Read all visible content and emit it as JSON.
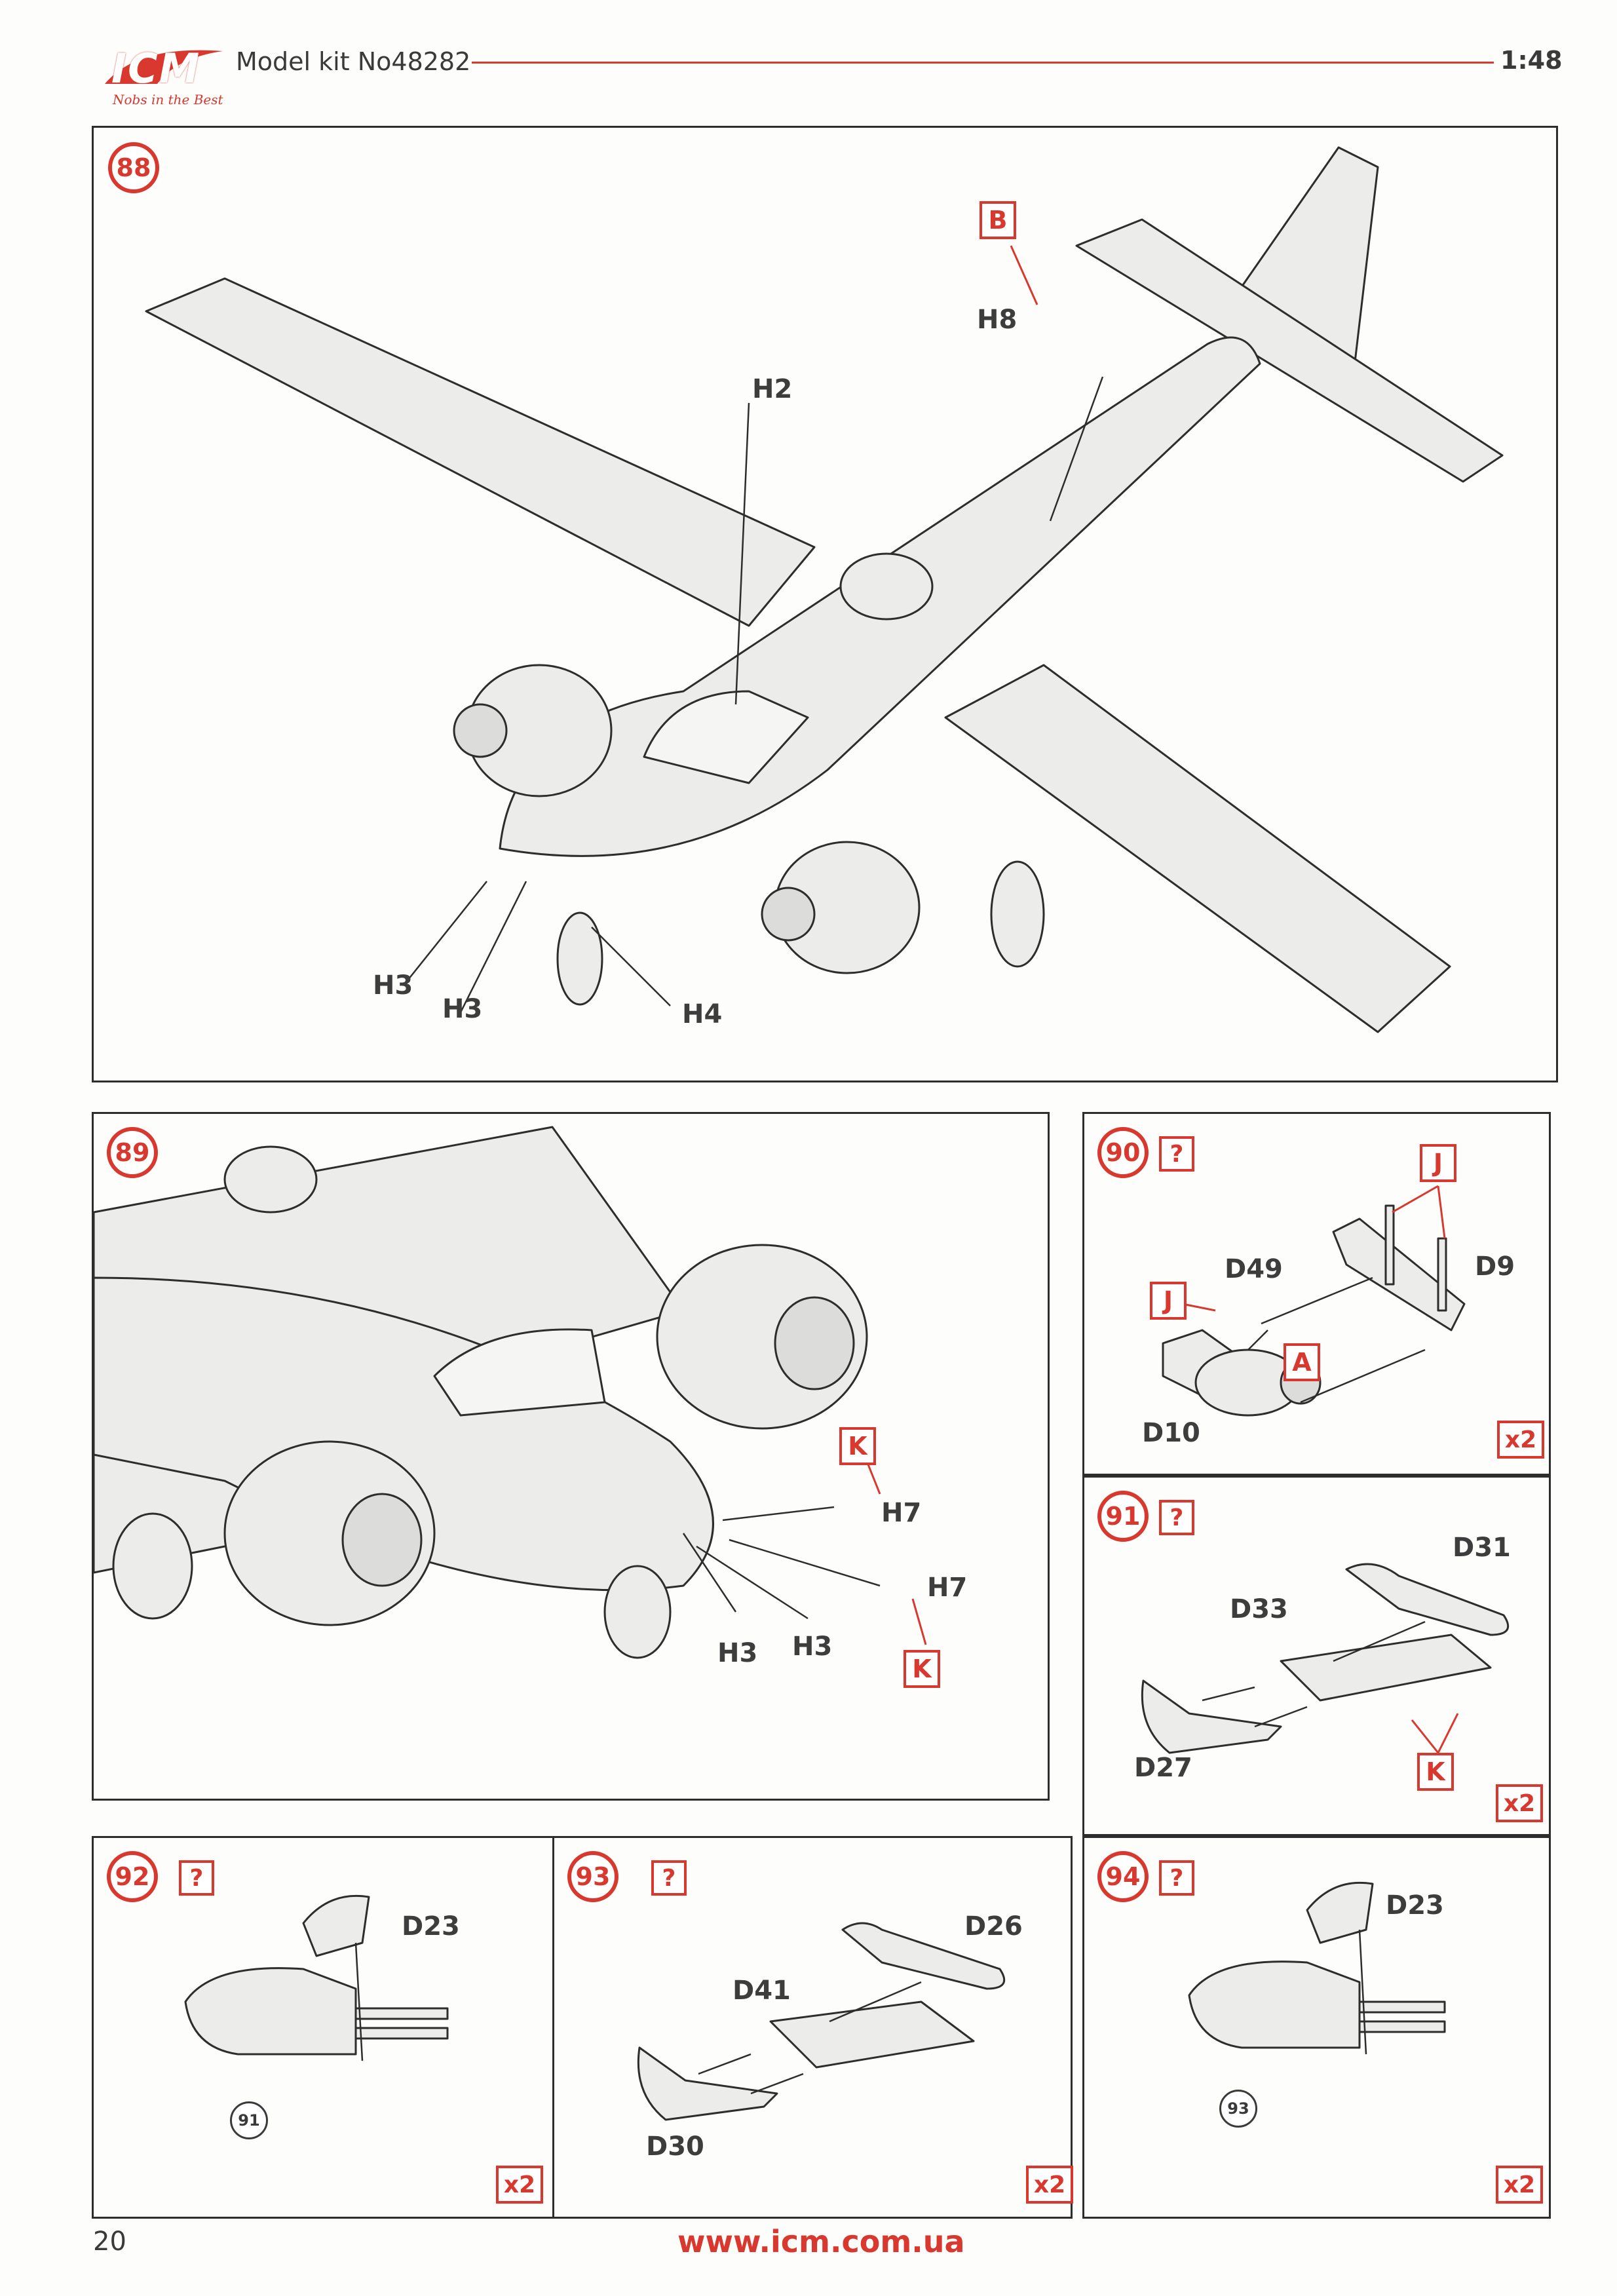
{
  "header": {
    "brand": "ICM",
    "slogan": "Nobs in the Best",
    "title": "Model kit No48282",
    "scale": "1:48"
  },
  "footer": {
    "page_number": "20",
    "website": "www.icm.com.ua"
  },
  "steps": {
    "s88": {
      "number": "88",
      "labels": {
        "b": "B",
        "h8": "H8",
        "h2": "H2",
        "h3a": "H3",
        "h3b": "H3",
        "h4": "H4"
      }
    },
    "s89": {
      "number": "89",
      "labels": {
        "k1": "K",
        "k2": "K",
        "h7a": "H7",
        "h7b": "H7",
        "h3a": "H3",
        "h3b": "H3"
      }
    },
    "s90": {
      "number": "90",
      "optional": "?",
      "labels": {
        "j1": "J",
        "j2": "J",
        "a": "A",
        "d49": "D49",
        "d9": "D9",
        "d10": "D10"
      },
      "multiplier": "x2"
    },
    "s91": {
      "number": "91",
      "optional": "?",
      "labels": {
        "d31": "D31",
        "d33": "D33",
        "d27": "D27",
        "k": "K"
      },
      "multiplier": "x2"
    },
    "s92": {
      "number": "92",
      "optional": "?",
      "labels": {
        "d23": "D23",
        "ref": "91"
      },
      "multiplier": "x2"
    },
    "s93": {
      "number": "93",
      "optional": "?",
      "labels": {
        "d26": "D26",
        "d41": "D41",
        "d30": "D30"
      },
      "multiplier": "x2"
    },
    "s94": {
      "number": "94",
      "optional": "?",
      "labels": {
        "d23": "D23",
        "ref": "93"
      },
      "multiplier": "x2"
    }
  },
  "colors": {
    "accent": "#d8382d",
    "line": "#2d2d2d",
    "fill": "#ececea"
  }
}
